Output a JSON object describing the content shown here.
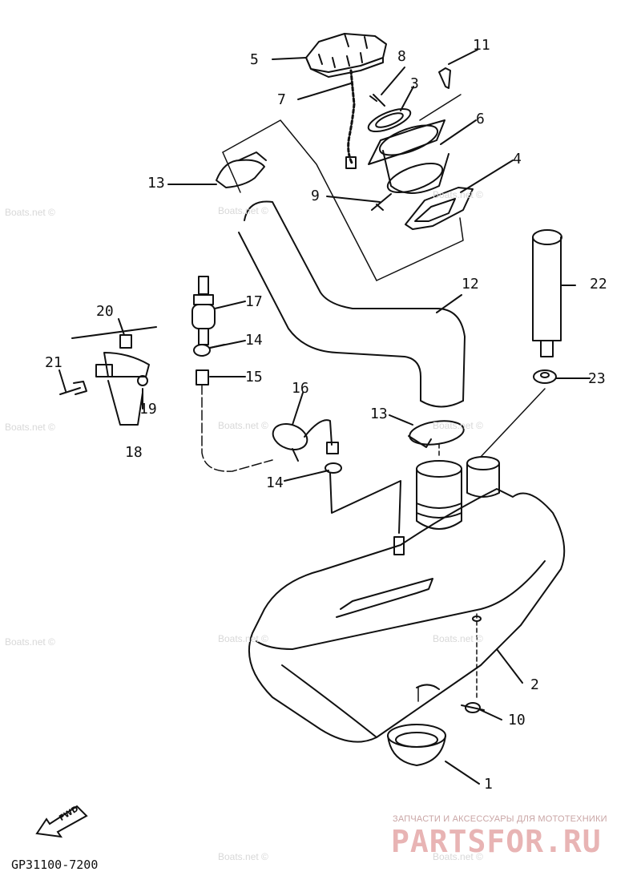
{
  "diagram": {
    "part_labels": {
      "p1": "1",
      "p2": "2",
      "p3": "3",
      "p4": "4",
      "p5": "5",
      "p6": "6",
      "p7": "7",
      "p8": "8",
      "p9": "9",
      "p10": "10",
      "p11": "11",
      "p12": "12",
      "p13a": "13",
      "p13b": "13",
      "p14a": "14",
      "p14b": "14",
      "p15": "15",
      "p16": "16",
      "p17": "17",
      "p18": "18",
      "p19": "19",
      "p20": "20",
      "p21": "21",
      "p22": "22",
      "p23": "23"
    },
    "fwd_label": "FWD",
    "catalog_code": "GP31100-7200"
  },
  "watermarks": {
    "text": "Boats.net ©"
  },
  "branding": {
    "tagline": "ЗАПЧАСТИ И АКСЕССУАРЫ ДЛЯ МОТОТЕХНИКИ",
    "name": "PARTSFOR.RU"
  },
  "colors": {
    "line": "#111111",
    "watermark": "#d8d8d8",
    "brand": "#e8b4b4"
  }
}
